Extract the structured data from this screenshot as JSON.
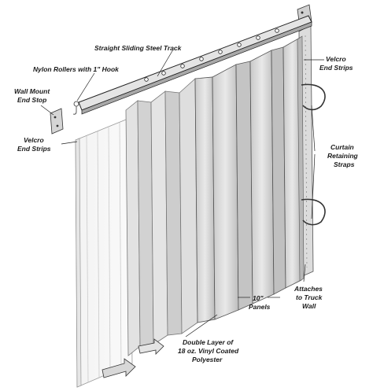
{
  "labels": {
    "track": "Straight Sliding Steel Track",
    "rollers": "Nylon Rollers with 1\" Hook",
    "wall_mount_1": "Wall Mount",
    "wall_mount_2": "End Stop",
    "velcro_left_1": "Velcro",
    "velcro_left_2": "End Strips",
    "velcro_right_1": "Velcro",
    "velcro_right_2": "End Strips",
    "retaining_1": "Curtain",
    "retaining_2": "Retaining",
    "retaining_3": "Straps",
    "attaches_1": "Attaches",
    "attaches_2": "to Truck",
    "attaches_3": "Wall",
    "panels_1": "10\"",
    "panels_2": "Panels",
    "double_1": "Double Layer of",
    "double_2": "18 oz. Vinyl Coated",
    "double_3": "Polyester"
  }
}
